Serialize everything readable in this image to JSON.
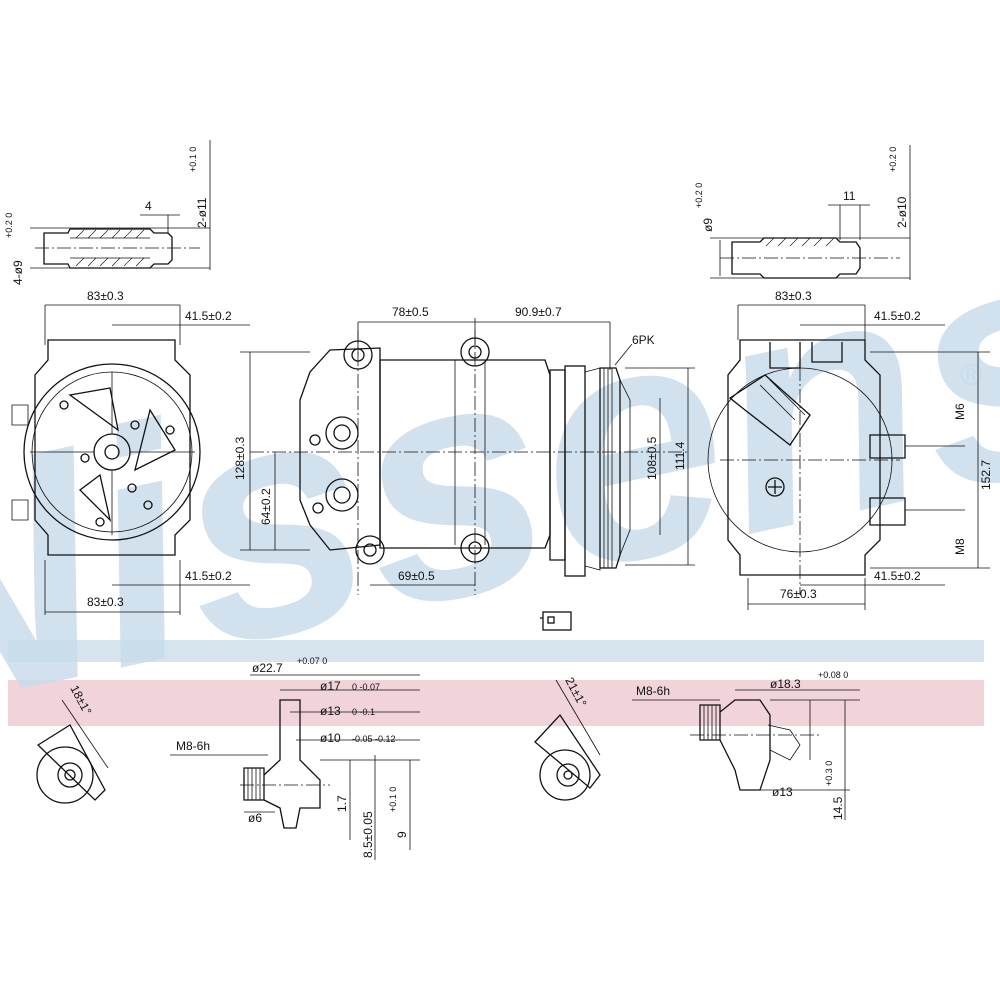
{
  "brand": {
    "watermark": "Nissens",
    "registered": "®",
    "watermark_color": "#c9dceb",
    "band_blue": "#d6e4ee",
    "band_pink": "#f1d3da"
  },
  "top_left_detail": {
    "d_left": "4-ø9",
    "tol_left": "+0.2 0",
    "width": "4",
    "d_right": "2-ø11",
    "tol_right": "+0.1 0"
  },
  "top_right_detail": {
    "d_left": "ø9",
    "tol_left": "+0.2 0",
    "width": "11",
    "d_right": "2-ø10",
    "tol_right": "+0.2 0"
  },
  "front_view": {
    "top_width": "83±0.3",
    "top_offset": "41.5±0.2",
    "bottom_offset": "41.5±0.2",
    "bottom_width": "83±0.3"
  },
  "side_view": {
    "span_a": "78±0.5",
    "span_b": "90.9±0.7",
    "belt": "6PK",
    "height_total": "128±0.3",
    "height_low": "64±0.2",
    "pulley_dia": "108±0.5",
    "pulley_outer": "111.4",
    "bottom_span": "69±0.5"
  },
  "rear_view": {
    "top_width": "83±0.3",
    "top_offset": "41.5±0.2",
    "thread_top": "M6",
    "height": "152.7",
    "thread_bottom": "M8",
    "bottom_offset": "41.5±0.2",
    "bottom_width": "76±0.3"
  },
  "bottom_left_detail": {
    "angle": "18±1°",
    "thread": "M8-6h",
    "d1": "ø22.7",
    "d1_tol": "+0.07 0",
    "d2": "ø17",
    "d2_tol": "0 -0.07",
    "d3": "ø13",
    "d3_tol": "0 -0.1",
    "d4": "ø10",
    "d4_tol": "-0.05 -0.12",
    "d5": "ø6",
    "l1": "1.7",
    "l2": "8.5±0.05",
    "l3": "9",
    "l3_tol": "+0.1 0"
  },
  "bottom_right_detail": {
    "angle": "21±1°",
    "thread": "M8-6h",
    "d1": "ø18.3",
    "d1_tol": "+0.08 0",
    "d2": "ø13",
    "l1": "14.5",
    "l1_tol": "+0.3 0"
  }
}
